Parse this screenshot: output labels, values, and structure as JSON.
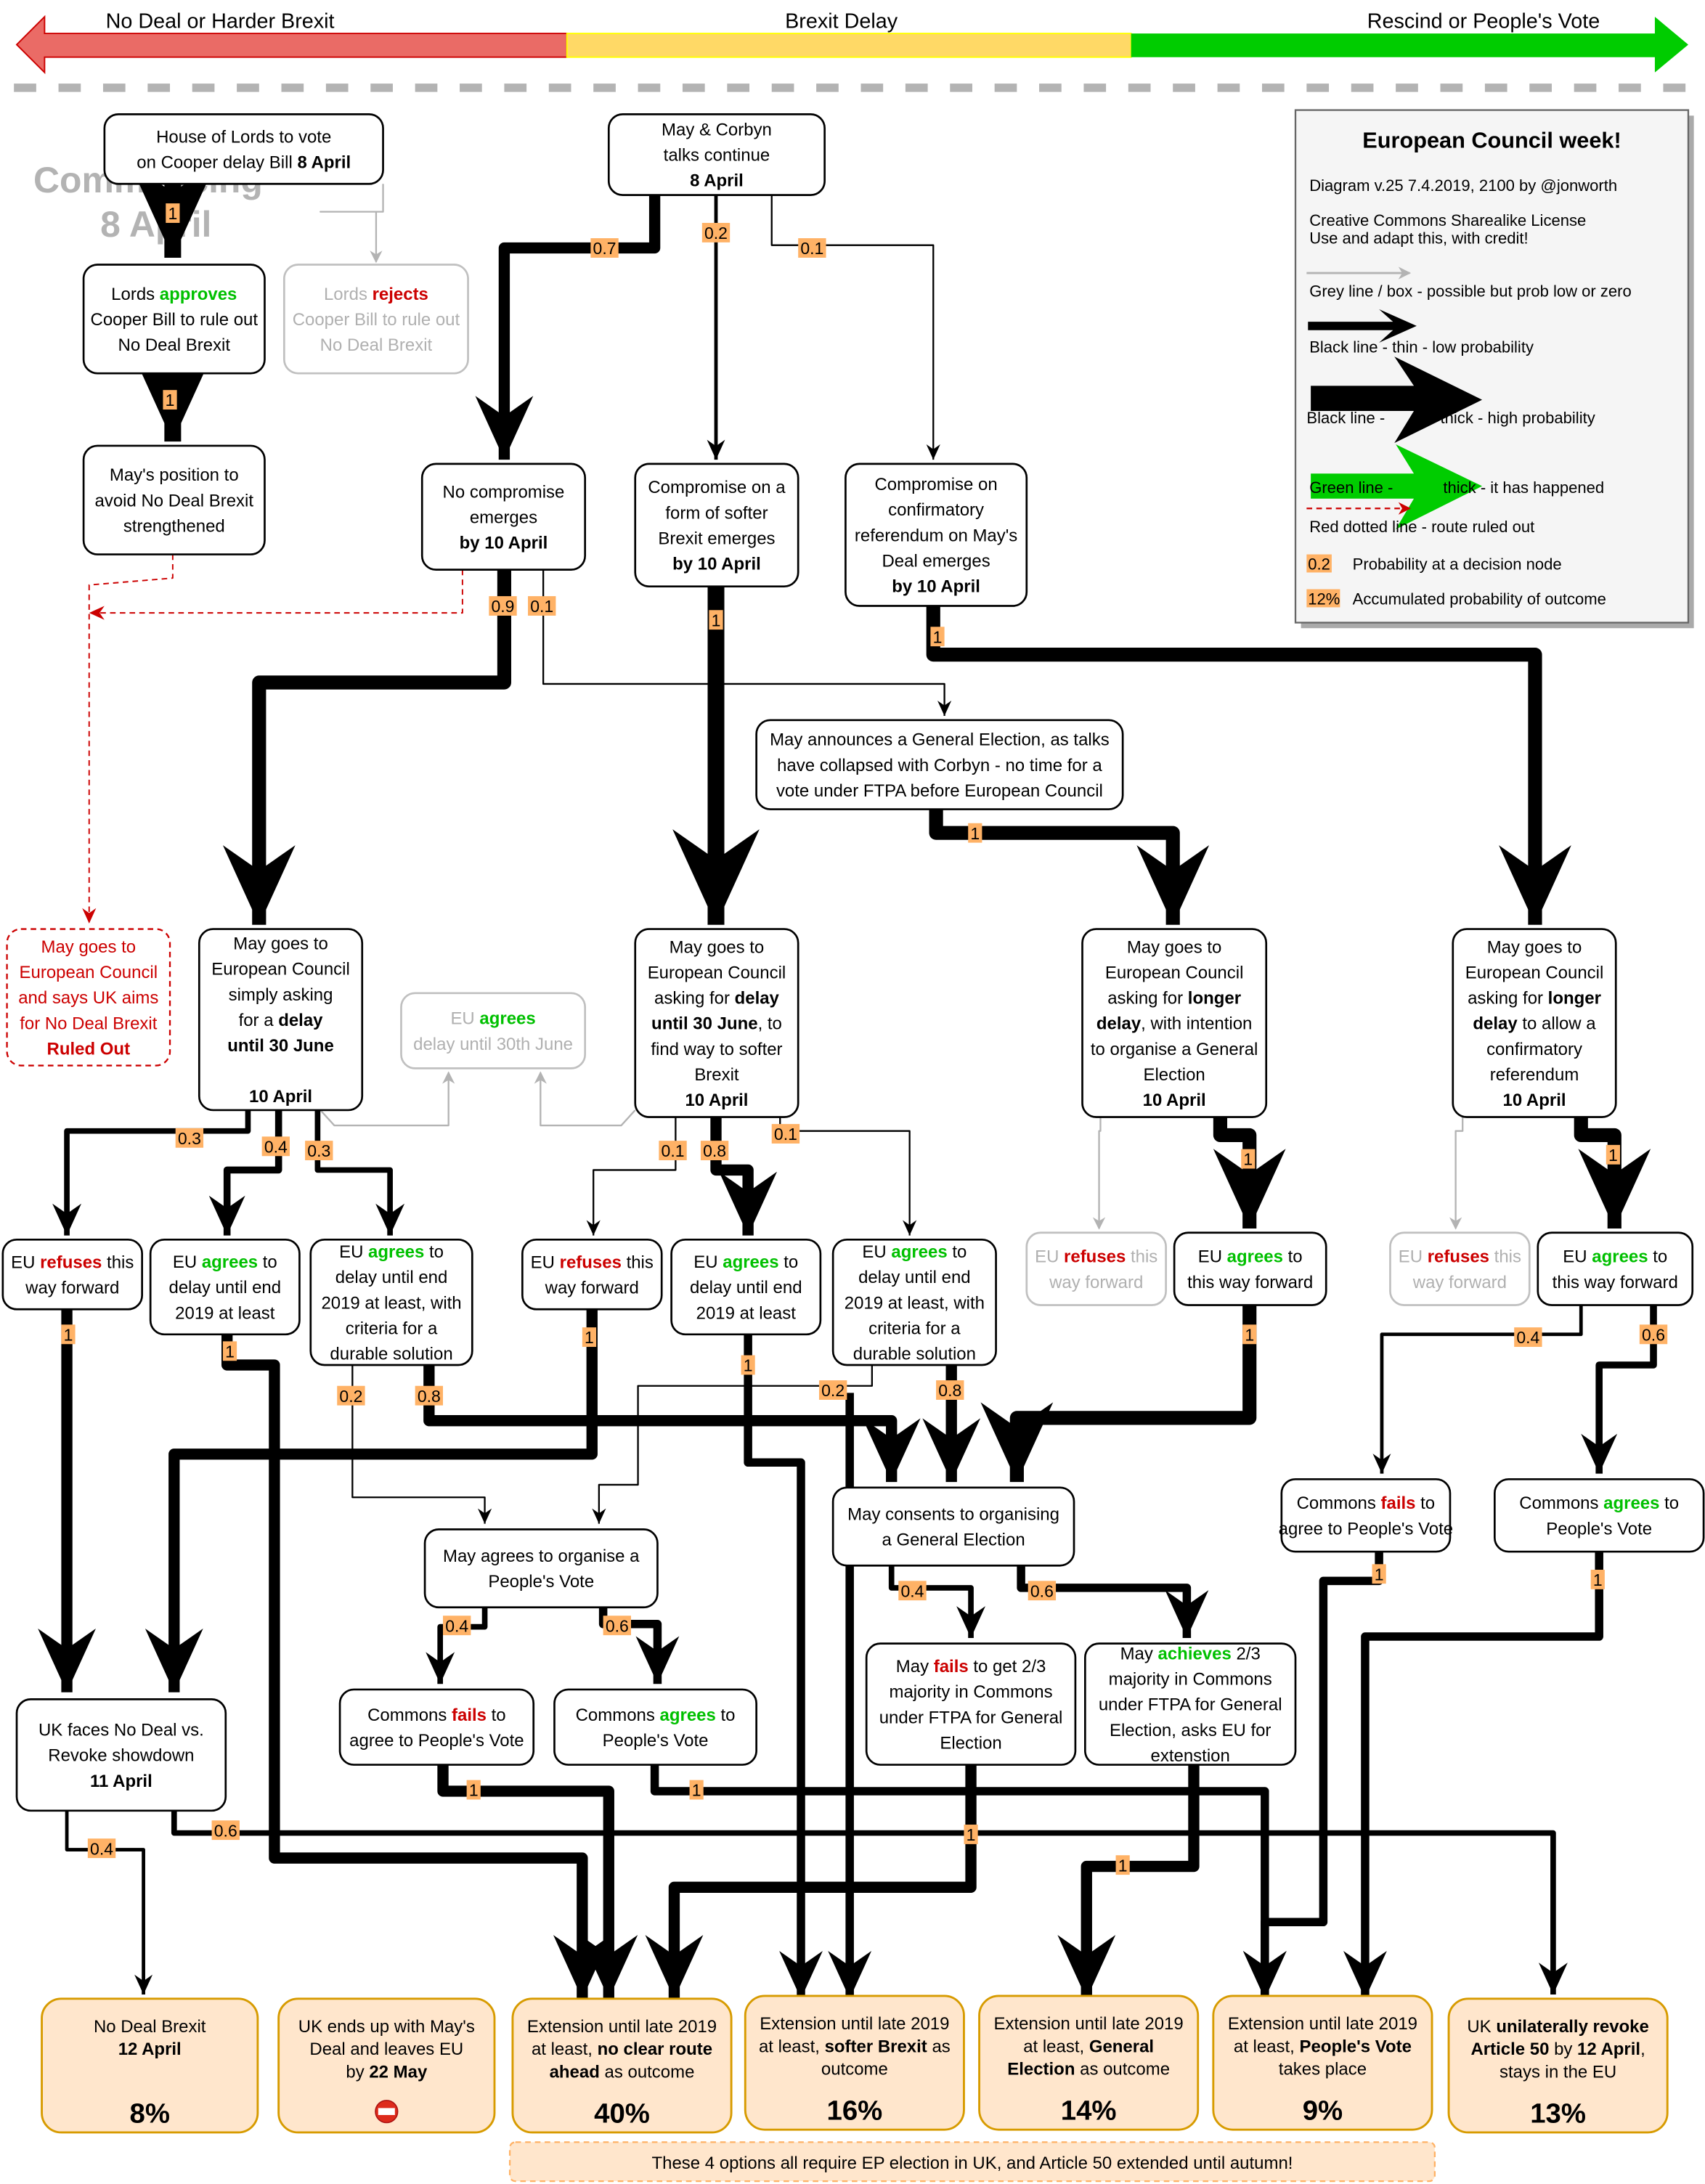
{
  "spectrum": {
    "left_label": "No Deal or Harder Brexit",
    "middle_label": "Brexit Delay",
    "right_label": "Rescind or People's Vote",
    "colors": {
      "red": "#ea6b66",
      "yellow": "#ffd966",
      "green": "#00cc00"
    }
  },
  "watermark": [
    "Commencing",
    "8 April"
  ],
  "legend": {
    "title": "European Council week!",
    "version": "Diagram v.25 7.4.2019, 2100 by @jonworth",
    "license1": "Creative Commons Sharealike License",
    "license2": "Use and adapt this, with credit!",
    "grey": "Grey line / box - possible but prob low or zero",
    "thin": "Black line - thin - low probability",
    "thick_a": "Black line -",
    "thick_b": "thick - high probability",
    "green_a": "Green line -",
    "green_b": "thick - it has happened",
    "red": "Red dotted line - route ruled out",
    "prob_sample": "0.2",
    "prob_desc": "Probability at a decision node",
    "acc_sample": "12%",
    "acc_desc": "Accumulated probability of outcome"
  },
  "nodes": {
    "lords_vote": [
      [
        "House of Lords to vote"
      ],
      [
        "on Cooper delay Bill ",
        {
          "b": "8 April"
        }
      ]
    ],
    "talks": [
      [
        "May & Corbyn"
      ],
      [
        "talks continue"
      ],
      [
        {
          "b": "8 April"
        }
      ]
    ],
    "lords_approves": [
      [
        "Lords ",
        {
          "g": "approves"
        }
      ],
      [
        "Cooper Bill to rule out"
      ],
      [
        "No Deal Brexit"
      ]
    ],
    "lords_rejects": [
      [
        "Lords ",
        {
          "r": "rejects"
        }
      ],
      [
        "Cooper Bill to rule out"
      ],
      [
        "No Deal Brexit"
      ]
    ],
    "may_position": [
      [
        "May's position to"
      ],
      [
        "avoid No Deal Brexit"
      ],
      [
        "strengthened"
      ]
    ],
    "no_compromise": [
      [
        "No compromise"
      ],
      [
        "emerges"
      ],
      [
        {
          "b": "by 10 April"
        }
      ]
    ],
    "softer": [
      [
        "Compromise on a"
      ],
      [
        "form of softer"
      ],
      [
        "Brexit emerges"
      ],
      [
        {
          "b": "by 10 April"
        }
      ]
    ],
    "confirmatory": [
      [
        "Compromise on"
      ],
      [
        "confirmatory"
      ],
      [
        "referendum on May's"
      ],
      [
        "Deal emerges"
      ],
      [
        {
          "b": "by 10 April"
        }
      ]
    ],
    "general_election_announce": [
      [
        "May announces a General Election, as talks"
      ],
      [
        "have collapsed with Corbyn - no time for a"
      ],
      [
        "vote under FTPA before European Council"
      ]
    ],
    "ruled_out": [
      [
        "May goes to"
      ],
      [
        "European Council"
      ],
      [
        "and says UK aims"
      ],
      [
        "for No Deal Brexit"
      ],
      [
        {
          "b": "Ruled Out"
        }
      ]
    ],
    "ec_simple": [
      [
        "May goes to"
      ],
      [
        "European Council"
      ],
      [
        "simply asking"
      ],
      [
        "for a ",
        {
          "b": "delay"
        }
      ],
      [
        {
          "b": "until 30 June"
        }
      ],
      [
        ""
      ],
      [
        {
          "b": "10 April"
        }
      ]
    ],
    "eu_agrees_june": [
      [
        "EU ",
        {
          "g": "agrees"
        }
      ],
      [
        "delay until 30th June"
      ]
    ],
    "ec_softer": [
      [
        "May goes to"
      ],
      [
        "European Council"
      ],
      [
        "asking for ",
        {
          "b": "delay"
        }
      ],
      [
        {
          "b": "until 30 June"
        },
        ", to"
      ],
      [
        "find way to softer"
      ],
      [
        "Brexit"
      ],
      [
        {
          "b": "10 April"
        }
      ]
    ],
    "ec_ge": [
      [
        "May goes to"
      ],
      [
        "European Council"
      ],
      [
        "asking for ",
        {
          "b": "longer"
        }
      ],
      [
        {
          "b": "delay"
        },
        ", with intention"
      ],
      [
        "to organise a General"
      ],
      [
        "Election"
      ],
      [
        {
          "b": "10 April"
        }
      ]
    ],
    "ec_ref": [
      [
        "May goes to"
      ],
      [
        "European Council"
      ],
      [
        "asking for ",
        {
          "b": "longer"
        }
      ],
      [
        {
          "b": "delay"
        },
        " to allow a"
      ],
      [
        "confirmatory"
      ],
      [
        "referendum"
      ],
      [
        {
          "b": "10 April"
        }
      ]
    ],
    "eu_refuses_1": [
      [
        "EU ",
        {
          "r": "refuses"
        },
        " this"
      ],
      [
        "way forward"
      ]
    ],
    "eu_agrees_end_1": [
      [
        "EU ",
        {
          "g": "agrees"
        },
        " to"
      ],
      [
        "delay until end"
      ],
      [
        "2019 at least"
      ]
    ],
    "eu_agrees_crit_1": [
      [
        "EU ",
        {
          "g": "agrees"
        },
        " to"
      ],
      [
        "delay until end"
      ],
      [
        "2019 at least, with"
      ],
      [
        "criteria for a"
      ],
      [
        "durable solution"
      ]
    ],
    "eu_refuses_2": [
      [
        "EU ",
        {
          "r": "refuses"
        },
        " this"
      ],
      [
        "way forward"
      ]
    ],
    "eu_agrees_end_2": [
      [
        "EU ",
        {
          "g": "agrees"
        },
        " to"
      ],
      [
        "delay until end"
      ],
      [
        "2019 at least"
      ]
    ],
    "eu_agrees_crit_2": [
      [
        "EU ",
        {
          "g": "agrees"
        },
        " to"
      ],
      [
        "delay until end"
      ],
      [
        "2019 at least, with"
      ],
      [
        "criteria for a"
      ],
      [
        "durable solution"
      ]
    ],
    "eu_refuses_3": [
      [
        "EU ",
        {
          "r": "refuses"
        },
        " this"
      ],
      [
        "way forward"
      ]
    ],
    "eu_agrees_3": [
      [
        "EU ",
        {
          "g": "agrees"
        },
        " to"
      ],
      [
        "this way forward"
      ]
    ],
    "eu_refuses_4": [
      [
        "EU ",
        {
          "r": "refuses"
        },
        " this"
      ],
      [
        "way forward"
      ]
    ],
    "eu_agrees_4": [
      [
        "EU ",
        {
          "g": "agrees"
        },
        " to"
      ],
      [
        "this way forward"
      ]
    ],
    "commons_fails_1": [
      [
        "Commons ",
        {
          "r": "fails"
        },
        " to"
      ],
      [
        "agree to People's Vote"
      ]
    ],
    "commons_agrees_1": [
      [
        "Commons ",
        {
          "g": "agrees"
        },
        " to"
      ],
      [
        "People's Vote"
      ]
    ],
    "may_consents": [
      [
        "May consents to organising"
      ],
      [
        "a General Election"
      ]
    ],
    "may_pv": [
      [
        "May agrees to organise a"
      ],
      [
        "People's Vote"
      ]
    ],
    "showdown": [
      [
        "UK faces No Deal vs."
      ],
      [
        "Revoke showdown"
      ],
      [
        {
          "b": "11 April"
        }
      ]
    ],
    "commons_fails_2": [
      [
        "Commons ",
        {
          "r": "fails"
        },
        " to"
      ],
      [
        "agree to People's Vote"
      ]
    ],
    "commons_agrees_2": [
      [
        "Commons ",
        {
          "g": "agrees"
        },
        " to"
      ],
      [
        "People's Vote"
      ]
    ],
    "may_fails_23": [
      [
        "May ",
        {
          "r": "fails"
        },
        " to get 2/3"
      ],
      [
        "majority in Commons"
      ],
      [
        "under FTPA for General"
      ],
      [
        "Election"
      ]
    ],
    "may_achieves_23": [
      [
        "May ",
        {
          "g": "achieves"
        },
        " 2/3"
      ],
      [
        "majority in Commons"
      ],
      [
        "under FTPA for General"
      ],
      [
        "Election, asks EU for"
      ],
      [
        "extenstion"
      ]
    ]
  },
  "outcomes": [
    {
      "lines": [
        [
          "No Deal Brexit"
        ],
        [
          {
            "b": "12 April"
          }
        ]
      ],
      "pct": "8%"
    },
    {
      "lines": [
        [
          "UK ends up with May's"
        ],
        [
          "Deal and leaves EU"
        ],
        [
          "by ",
          {
            "b": "22 May"
          }
        ]
      ],
      "pct": "",
      "icon": "no-entry-icon"
    },
    {
      "lines": [
        [
          "Extension until late 2019"
        ],
        [
          "at least, ",
          {
            "b": "no clear route"
          }
        ],
        [
          {
            "b": "ahead"
          },
          " as outcome"
        ]
      ],
      "pct": "40%"
    },
    {
      "lines": [
        [
          "Extension until late 2019"
        ],
        [
          "at least, ",
          {
            "b": "softer Brexit"
          },
          " as"
        ],
        [
          "outcome"
        ]
      ],
      "pct": "16%"
    },
    {
      "lines": [
        [
          "Extension until late 2019"
        ],
        [
          "at least, ",
          {
            "b": "General"
          }
        ],
        [
          {
            "b": "Election"
          },
          " as outcome"
        ]
      ],
      "pct": "14%"
    },
    {
      "lines": [
        [
          "Extension until late 2019"
        ],
        [
          "at least, ",
          {
            "b": "People's Vote"
          }
        ],
        [
          "takes place"
        ]
      ],
      "pct": "9%"
    },
    {
      "lines": [
        [
          "UK ",
          {
            "b": "unilaterally revoke"
          }
        ],
        [
          {
            "b": "Article 50"
          },
          " by ",
          {
            "b": "12 April"
          },
          ","
        ],
        [
          "stays in the EU"
        ]
      ],
      "pct": "13%"
    }
  ],
  "note": "These 4 options all require EP election in UK, and Article 50 extended until autumn!",
  "probabilities": {
    "p_lords": "1",
    "p_position": "1",
    "p_talks_nc": "0.7",
    "p_talks_soft": "0.2",
    "p_talks_conf": "0.1",
    "p_nc_ec": "0.9",
    "p_nc_ge": "0.1",
    "p_soft_ec": "1",
    "p_conf_ec": "1",
    "p_ge_ec": "1",
    "p_s_ref": "0.3",
    "p_s_end": "0.4",
    "p_s_crit": "0.3",
    "p_sf_ref": "0.1",
    "p_sf_end": "0.8",
    "p_sf_crit": "0.1",
    "p_ge_agree": "1",
    "p_ref_agree": "1",
    "p_ref1_sd": "1",
    "p_end1_out": "1",
    "p_crit1_pv": "0.2",
    "p_crit1_ge": "0.8",
    "p_ref2_sd": "1",
    "p_end2_out": "1",
    "p_crit2_pv": "0.2",
    "p_crit2_ge": "0.8",
    "p_agree3_ge": "1",
    "p_agree4_fail": "0.4",
    "p_agree4_ok": "0.6",
    "p_cons_fail": "0.4",
    "p_cons_ok": "0.6",
    "p_pv_fail": "0.4",
    "p_pv_ok": "0.6",
    "p_cf1": "1",
    "p_ca1": "1",
    "p_sd_nd": "0.4",
    "p_sd_rev": "0.6",
    "p_cf2": "1",
    "p_ca2": "1",
    "p_fail23": "1",
    "p_ach23": "1"
  }
}
